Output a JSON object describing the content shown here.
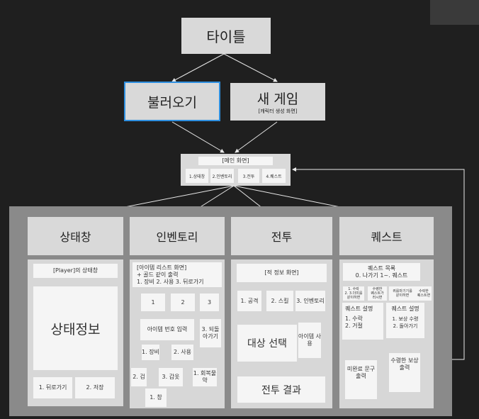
{
  "top": {
    "title": "타이틀",
    "load": "불러오기",
    "newgame": "새 게임",
    "newgame_sub": "[캐릭터 생성 화면]"
  },
  "main": {
    "title": "[메인 화면]",
    "items": [
      "1.상태창",
      "2.인벤토리",
      "3.전투",
      "4.퀘스트"
    ]
  },
  "status": {
    "header": "상태창",
    "title": "[Player]의 상태창",
    "info": "상태정보",
    "back": "1. 뒤로가기",
    "save": "2. 저장"
  },
  "inventory": {
    "header": "인벤토리",
    "list_title": "[아이템 리스트 화면]",
    "list_gold": "+ 골드 같이 출력",
    "list_opts": "1. 장비 2. 사용 3. 뒤로가기",
    "n1": "1",
    "n2": "2",
    "n3": "3",
    "input": "아이템 번호 입력",
    "back": "3. 되돌아가기",
    "equip": "1. 장비",
    "use": "2. 사용",
    "sword": "2. 검",
    "armor": "3. 갑옷",
    "potion": "1. 회복물약",
    "spear": "1. 창"
  },
  "battle": {
    "header": "전투",
    "enemy": "[적 정보 화면]",
    "attack": "1. 공격",
    "skill": "2. 스킬",
    "inven": "3. 인벤토리",
    "target": "대상 선택",
    "item_use": "아이템 사용",
    "result": "전투 결과"
  },
  "quest": {
    "header": "퀘스트",
    "list_title": "퀘스트 목록",
    "list_opts": "0. 나가기 1~. 퀘스트",
    "t1": "1. 수락\n2. 3.더미를\n같이하면",
    "t2": "수령한\n퀘스트가\n러시면",
    "t3": "퀴를마기기를\n같이하면",
    "t4": "수락한\n퀘스트면",
    "desc1_title": "퀘스트 설명",
    "desc1_body": "1. 수락\n2. 거절",
    "desc2_title": "퀘스트 설명",
    "desc2_body": "1. 보상 수령\n2. 돌아가기",
    "incomplete": "미완료 문구 출력",
    "reward": "수령한 보상 출력"
  }
}
